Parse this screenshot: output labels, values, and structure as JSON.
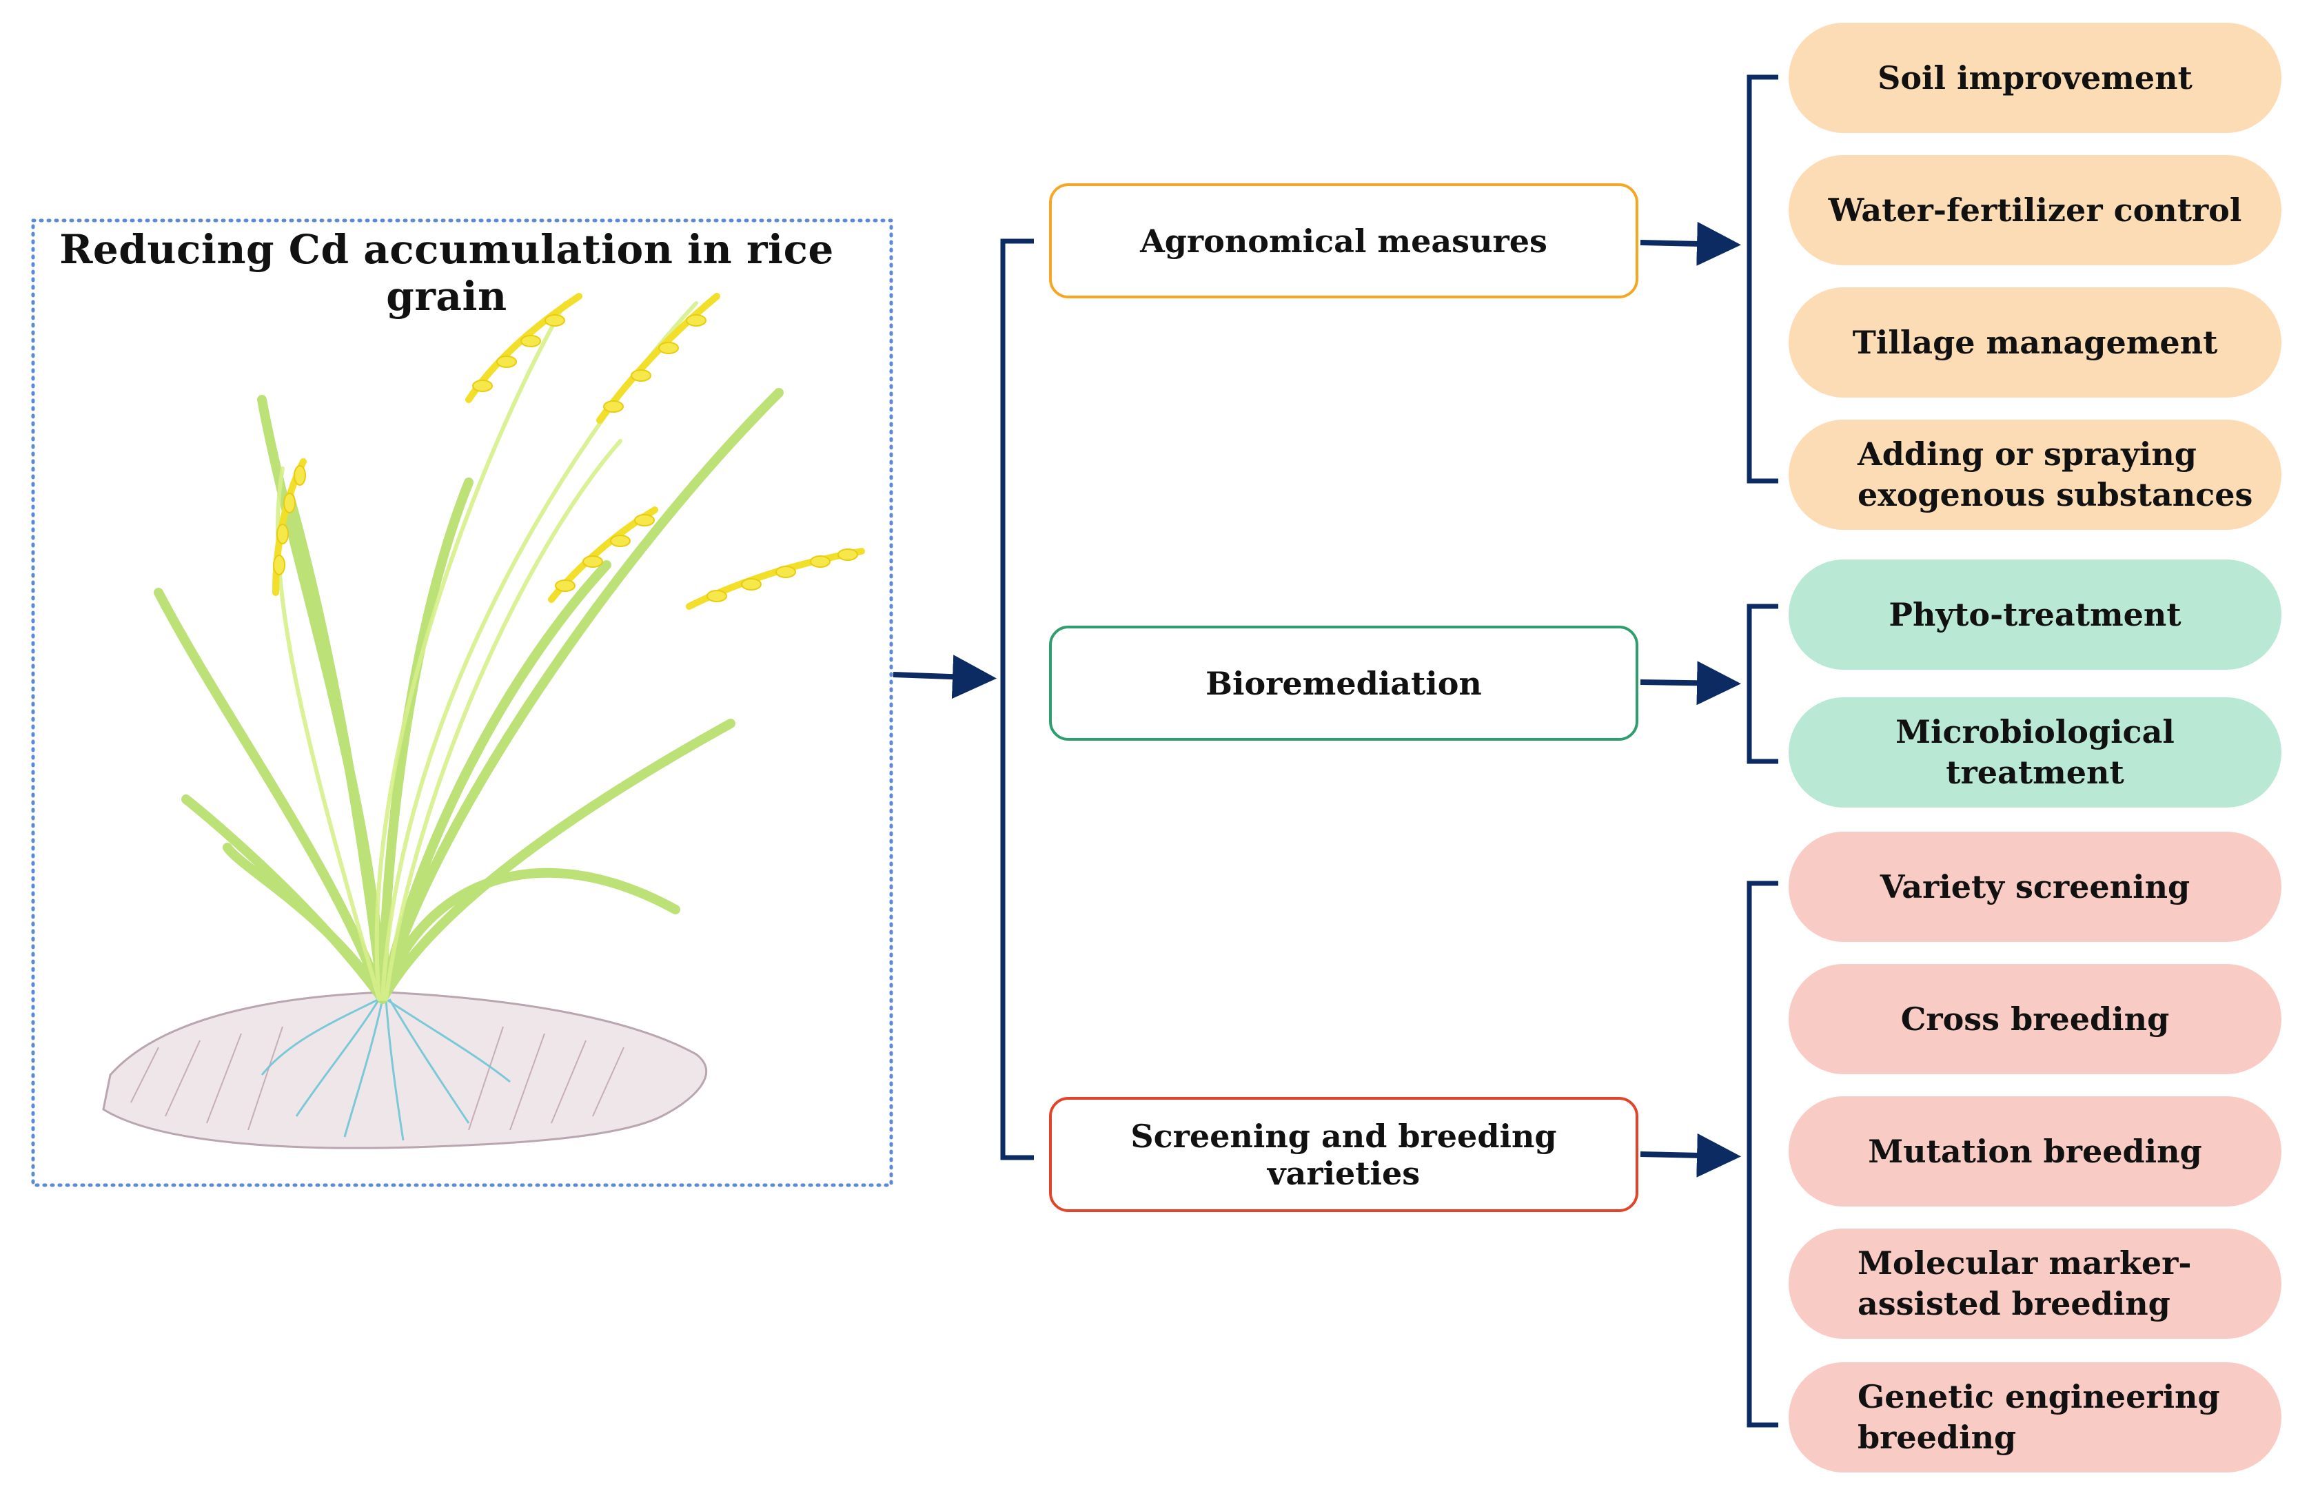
{
  "title": "Reducing Cd accumulation in rice grain",
  "colors": {
    "arrow": "#0d2b63",
    "dotted_border": "#5b8bd6",
    "agronomical_border": "#f5a623",
    "bioremediation_border": "#2e9e6e",
    "breeding_border": "#e2442a",
    "orange_fill": "#fcdcb4",
    "green_fill": "#b9e8d4",
    "red_fill": "#f8cbc4"
  },
  "illustration": "rice-plant-drawing",
  "categories": [
    {
      "label": "Agronomical measures",
      "items": [
        "Soil improvement",
        "Water-fertilizer control",
        "Tillage management",
        "Adding or spraying\nexogenous substances"
      ]
    },
    {
      "label": "Bioremediation",
      "items": [
        "Phyto-treatment",
        "Microbiological treatment"
      ]
    },
    {
      "label": "Screening and breeding varieties",
      "items": [
        "Variety screening",
        "Cross breeding",
        "Mutation breeding",
        "Molecular marker-\nassisted breeding",
        "Genetic engineering\nbreeding"
      ]
    }
  ]
}
